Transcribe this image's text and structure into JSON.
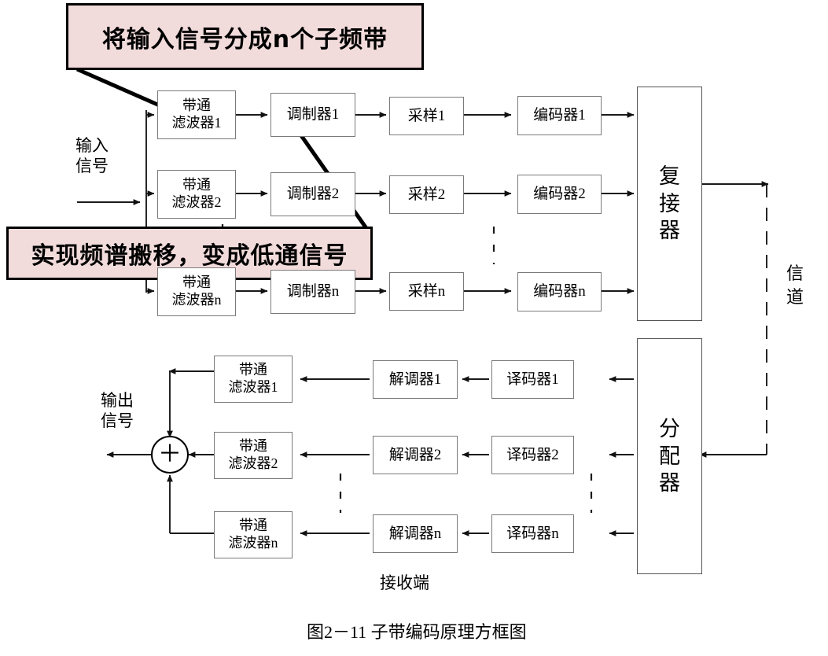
{
  "figure": {
    "caption": "图2－11  子带编码原理方框图",
    "receiver_label": "接收端",
    "channel_label_line1": "信",
    "channel_label_line2": "道"
  },
  "callouts": [
    {
      "text": "将输入信号分成n个子频带",
      "target": "带通滤波器1"
    },
    {
      "text": "实现频谱搬移，变成低通信号",
      "target": "调制器1"
    }
  ],
  "transmitter": {
    "input_label_line1": "输入",
    "input_label_line2": "信号",
    "rows": [
      {
        "filter_line1": "带通",
        "filter_line2": "滤波器1",
        "modulator": "调制器1",
        "sampler": "采样1",
        "encoder": "编码器1"
      },
      {
        "filter_line1": "带通",
        "filter_line2": "滤波器2",
        "modulator": "调制器2",
        "sampler": "采样2",
        "encoder": "编码器2"
      },
      {
        "filter_line1": "带通",
        "filter_line2": "滤波器n",
        "modulator": "调制器n",
        "sampler": "采样n",
        "encoder": "编码器n"
      }
    ],
    "multiplexer_c1": "复",
    "multiplexer_c2": "接",
    "multiplexer_c3": "器"
  },
  "receiver": {
    "output_label_line1": "输出",
    "output_label_line2": "信号",
    "summer_symbol": "＋",
    "rows": [
      {
        "filter_line1": "带通",
        "filter_line2": "滤波器1",
        "demodulator": "解调器1",
        "decoder": "译码器1"
      },
      {
        "filter_line1": "带通",
        "filter_line2": "滤波器2",
        "demodulator": "解调器2",
        "decoder": "译码器2"
      },
      {
        "filter_line1": "带通",
        "filter_line2": "滤波器n",
        "demodulator": "解调器n",
        "decoder": "译码器n"
      }
    ],
    "distributor_c1": "分",
    "distributor_c2": "配",
    "distributor_c3": "器"
  },
  "colors": {
    "callout_fill": "#f2dcdb",
    "callout_border": "#000000",
    "block_border": "#7a7a7a",
    "line": "#1a1a1a"
  }
}
